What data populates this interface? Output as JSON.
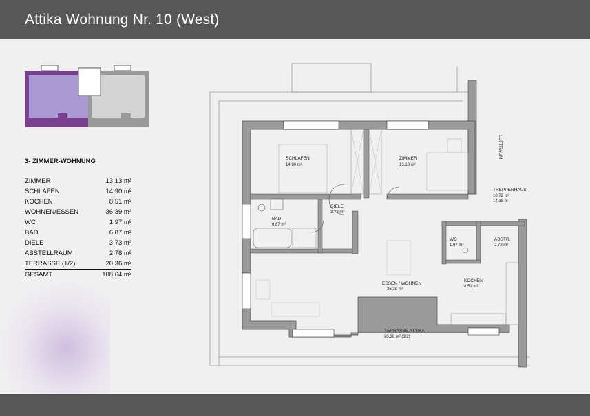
{
  "header": {
    "title": "Attika Wohnung Nr. 10 (West)"
  },
  "table": {
    "title": "3- ZIMMER-WOHNUNG",
    "rows": [
      {
        "name": "ZIMMER",
        "area": "13.13 m²"
      },
      {
        "name": "SCHLAFEN",
        "area": "14.90 m²"
      },
      {
        "name": "KOCHEN",
        "area": "8.51 m²"
      },
      {
        "name": "WOHNEN/ESSEN",
        "area": "36.39 m²"
      },
      {
        "name": "WC",
        "area": "1.97 m²"
      },
      {
        "name": "BAD",
        "area": "6.87 m²"
      },
      {
        "name": "DIELE",
        "area": "3.73 m²"
      },
      {
        "name": "ABSTELLRAUM",
        "area": "2.78 m²"
      },
      {
        "name": "TERRASSE (1/2)",
        "area": "20.36 m²"
      },
      {
        "name": "GESAMT",
        "area": "108.64 m²"
      }
    ]
  },
  "plan": {
    "schlafen": {
      "name": "SCHLAFEN",
      "area": "14.90 m²"
    },
    "zimmer": {
      "name": "ZIMMER",
      "area": "13.13 m²"
    },
    "bad": {
      "name": "BAD",
      "area": "6.87 m²"
    },
    "diele": {
      "name": "DIELE",
      "area": "3.73 m²"
    },
    "wc": {
      "name": "WC",
      "area": "1.97 m²"
    },
    "abstr": {
      "name": "ABSTR.",
      "area": "2.78 m²"
    },
    "essen": {
      "name": "ESSEN / WOHNEN",
      "area": "36.39 m²"
    },
    "kochen": {
      "name": "KOCHEN",
      "area": "8.51 m²"
    },
    "terrasse": {
      "name": "TERRASSE ATTIKA",
      "area": "20.36 m² (1/2)"
    },
    "treppenhaus": {
      "name": "TREPPENHAUS",
      "area1": "10.72 m²",
      "area2": "14.38 m"
    },
    "luftraum": "LUFTRAUM"
  },
  "colors": {
    "header": "#575757",
    "unit_highlight": "#8e44ad",
    "unit_fill": "#a99ad6"
  }
}
